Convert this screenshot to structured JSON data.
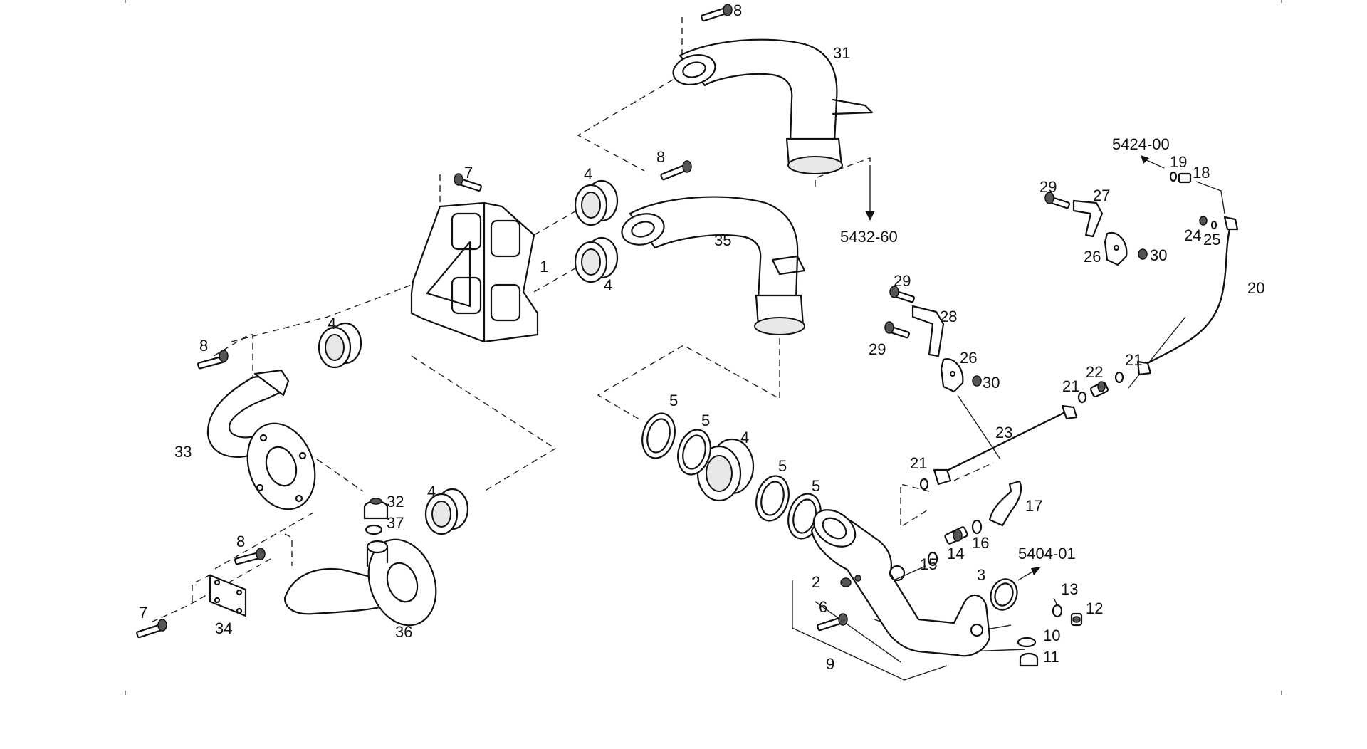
{
  "callouts": {
    "c1": "1",
    "c2": "2",
    "c3": "3",
    "c4a": "4",
    "c4b": "4",
    "c4c": "4",
    "c4d": "4",
    "c4e": "4",
    "c5a": "5",
    "c5b": "5",
    "c5c": "5",
    "c5d": "5",
    "c6": "6",
    "c7a": "7",
    "c7b": "7",
    "c8a": "8",
    "c8b": "8",
    "c8c": "8",
    "c8d": "8",
    "c9": "9",
    "c10": "10",
    "c11": "11",
    "c12": "12",
    "c13": "13",
    "c14": "14",
    "c15": "15",
    "c16": "16",
    "c17": "17",
    "c18": "18",
    "c19": "19",
    "c20": "20",
    "c21a": "21",
    "c21b": "21",
    "c21c": "21",
    "c22": "22",
    "c23": "23",
    "c24": "24",
    "c25": "25",
    "c26a": "26",
    "c26b": "26",
    "c27": "27",
    "c28": "28",
    "c29a": "29",
    "c29b": "29",
    "c29c": "29",
    "c30a": "30",
    "c30b": "30",
    "c31": "31",
    "c32": "32",
    "c33": "33",
    "c34": "34",
    "c35": "35",
    "c36": "36",
    "c37": "37"
  },
  "references": {
    "ref_5432_60": "5432-60",
    "ref_5424_00": "5424-00",
    "ref_5404_01": "5404-01"
  },
  "colors": {
    "line": "#111111",
    "background": "#ffffff"
  }
}
